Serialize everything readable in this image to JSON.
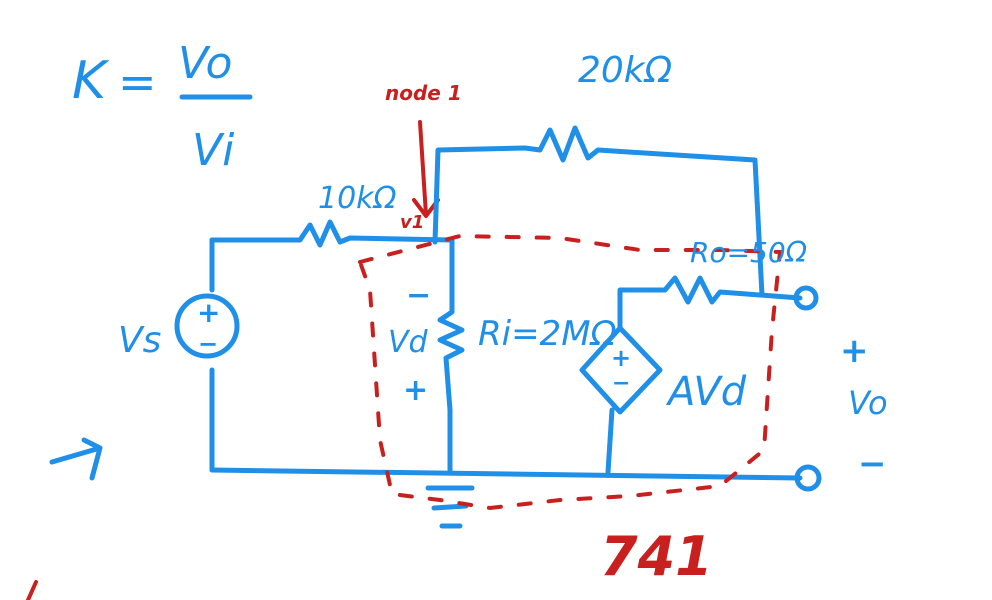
{
  "colors": {
    "ink_blue": "#1f8fe8",
    "ink_red": "#c8201e",
    "background": "#ffffff"
  },
  "equation": {
    "lhs": "K",
    "equals": "=",
    "numerator": "Vo",
    "denominator": "Vi"
  },
  "labels": {
    "node_label": "node 1",
    "v1_label": "v1",
    "r_top": "20kΩ",
    "r_in": "10kΩ",
    "r_i": "Ri=2MΩ",
    "r_o": "Ro=50Ω",
    "vs": "Vs",
    "vd": "Vd",
    "vd_minus": "−",
    "vd_plus": "+",
    "source_plus": "+",
    "source_minus": "−",
    "dep_plus": "+",
    "dep_minus": "−",
    "gain": "AVd",
    "out_plus": "+",
    "out_vo": "Vo",
    "out_minus": "−",
    "opamp": "741"
  }
}
